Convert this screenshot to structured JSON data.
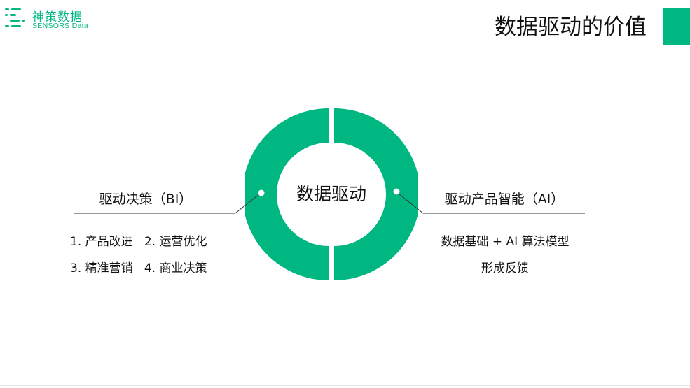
{
  "logo": {
    "name_cn": "神策数据",
    "name_en": "SENSORS Data"
  },
  "header": {
    "title": "数据驱动的价值"
  },
  "diagram": {
    "center_label": "数据驱动",
    "left": {
      "title": "驱动决策（BI）",
      "lines": [
        "1. 产品改进   2. 运营优化",
        "3. 精准营销   4. 商业决策"
      ]
    },
    "right": {
      "title": "驱动产品智能（AI）",
      "lines": [
        "数据基础 + AI 算法模型",
        "形成反馈"
      ]
    }
  },
  "colors": {
    "accent": "#00b781",
    "text": "#111111",
    "rule": "#333333"
  }
}
